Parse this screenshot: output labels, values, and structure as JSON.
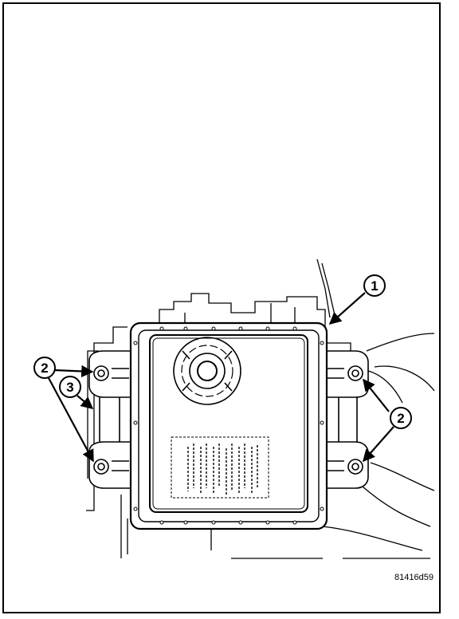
{
  "figure": {
    "reference_code": "81416d59",
    "colors": {
      "ink": "#000000",
      "paper": "#ffffff"
    },
    "callouts": [
      {
        "id": "c1",
        "label": "1"
      },
      {
        "id": "c2a",
        "label": "2"
      },
      {
        "id": "c2b",
        "label": "2"
      },
      {
        "id": "c3",
        "label": "3"
      }
    ]
  }
}
